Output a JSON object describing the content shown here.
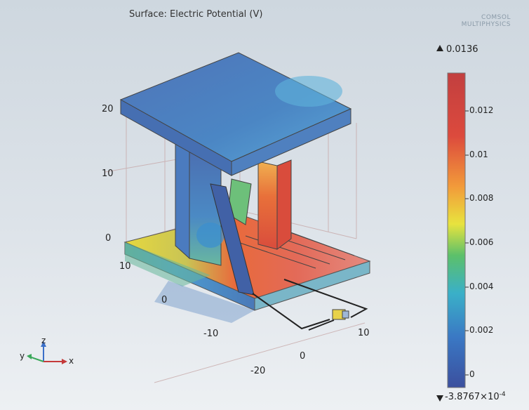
{
  "plot": {
    "title": "Surface: Electric Potential (V)",
    "brand_line1": "COMSOL",
    "brand_line2": "MULTIPHYSICS"
  },
  "colorbar": {
    "max_label": "0.0136",
    "min_base": "-3.8767×10",
    "min_exp": "-4",
    "ticks": [
      "0.012",
      "0.01",
      "0.008",
      "0.006",
      "0.004",
      "0.002",
      "0"
    ],
    "max_value": 0.0136,
    "min_value": -0.00038767,
    "colormap": [
      "#3b4f9e",
      "#3a78c4",
      "#3ab0c8",
      "#5cc06a",
      "#e8e33e",
      "#f29a3a",
      "#dc4a3d",
      "#c23f3f"
    ]
  },
  "axes": {
    "z_ticks": [
      "20",
      "10",
      "0"
    ],
    "y_ticks": [
      "10",
      "0",
      "-10"
    ],
    "x_ticks": [
      "-20",
      "0",
      "10"
    ]
  },
  "triad": {
    "x": "x",
    "y": "y",
    "z": "z"
  },
  "colors": {
    "high_potential": "#dc4a3d",
    "low_potential": "#3b5fa8",
    "mid_potential": "#e8e33e"
  }
}
